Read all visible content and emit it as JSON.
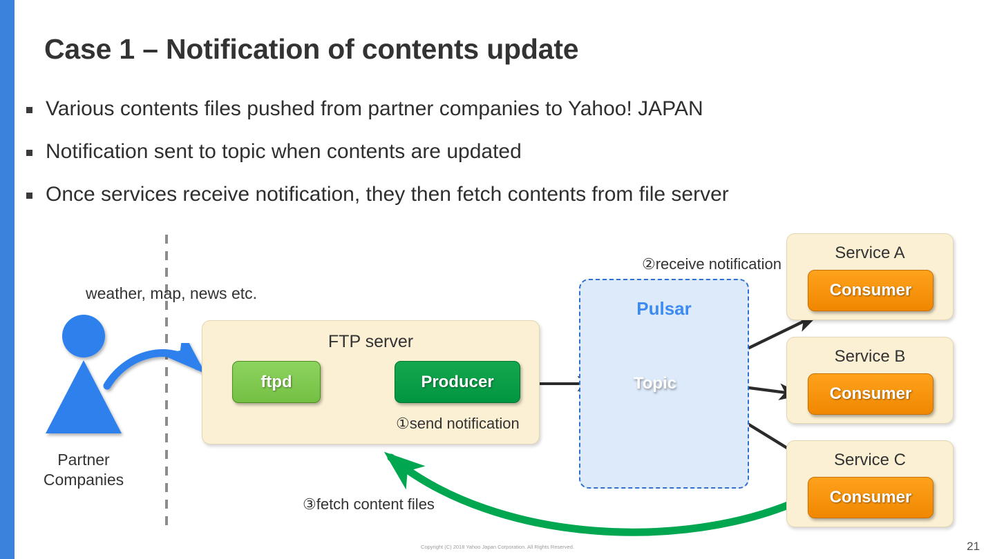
{
  "slide": {
    "title": "Case 1 – Notification of contents update",
    "page_number": "21",
    "copyright": "Copyright (C) 2018 Yahoo Japan Corporation. All Rights Reserved.",
    "accent_color": "#3b82dd"
  },
  "bullets": [
    {
      "text": "Various contents files pushed from partner companies to Yahoo! JAPAN"
    },
    {
      "text": "Notification sent to topic when contents are updated"
    },
    {
      "text": "Once services receive notification, they then fetch contents from file server"
    }
  ],
  "diagram": {
    "actor": {
      "caption": "Partner\nCompanies",
      "caption_line1": "Partner",
      "caption_line2": "Companies",
      "color": "#2f80ed"
    },
    "data_types_label": "weather, map, news etc.",
    "ftp_server": {
      "title": "FTP server",
      "ftpd_label": "ftpd",
      "ftpd_color": "#7ec843",
      "producer_label": "Producer",
      "producer_color": "#009641",
      "box_color": "#fbf0d3"
    },
    "pulsar": {
      "title": "Pulsar",
      "title_color": "#3d8bf2",
      "topic_label": "Topic",
      "topic_color": "#2f80f7",
      "box_color": "#ddeafa",
      "border_color": "#2f6fd0"
    },
    "services": [
      {
        "title": "Service A",
        "consumer_label": "Consumer",
        "consumer_color": "#f79200"
      },
      {
        "title": "Service B",
        "consumer_label": "Consumer",
        "consumer_color": "#f79200"
      },
      {
        "title": "Service C",
        "consumer_label": "Consumer",
        "consumer_color": "#f79200"
      }
    ],
    "flow_labels": {
      "step1": "①send notification",
      "step2": "②receive notification",
      "step3": "③fetch content files"
    },
    "arrow_colors": {
      "push": "#2f80ed",
      "flow": "#2b2b2b",
      "fetch": "#00a650"
    }
  }
}
